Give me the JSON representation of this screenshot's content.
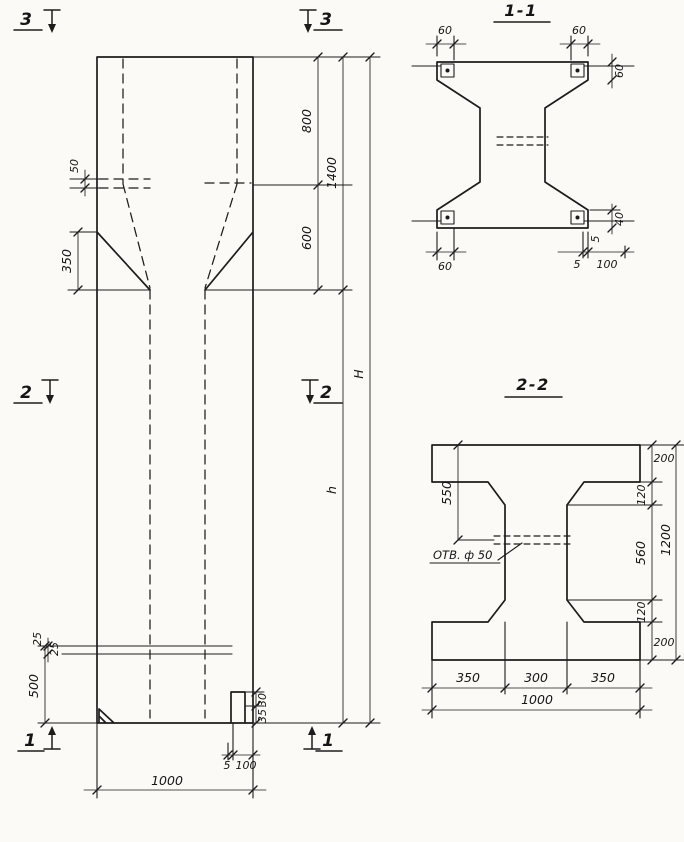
{
  "drawing": {
    "kind": "reinforced-concrete-column-working-drawing"
  },
  "elevation": {
    "markers": {
      "m3_left": "3",
      "m3_right": "3",
      "m2_left": "2",
      "m2_right": "2",
      "m1_left": "1",
      "m1_right": "1"
    },
    "dims": {
      "d50": "50",
      "d350": "350",
      "d800": "800",
      "d600": "600",
      "d1400": "1400",
      "dH": "H",
      "dh": "h",
      "d25a": "25",
      "d25b": "25",
      "d500": "500",
      "d30": "30",
      "d35": "35",
      "d5": "5",
      "d100": "100",
      "d1000": "1000"
    }
  },
  "section1": {
    "title": "1-1",
    "dims": {
      "tl60": "60",
      "tr60": "60",
      "rt60": "60",
      "bl60": "60",
      "r40": "40",
      "r5": "5",
      "b5": "5",
      "b100": "100"
    }
  },
  "section2": {
    "title": "2-2",
    "hole": "ОТВ. ф 50",
    "dims": {
      "l550": "550",
      "r200t": "200",
      "r120t": "120",
      "r560": "560",
      "r120b": "120",
      "r200b": "200",
      "r1200": "1200",
      "b350l": "350",
      "b300": "300",
      "b350r": "350",
      "b1000": "1000"
    }
  }
}
